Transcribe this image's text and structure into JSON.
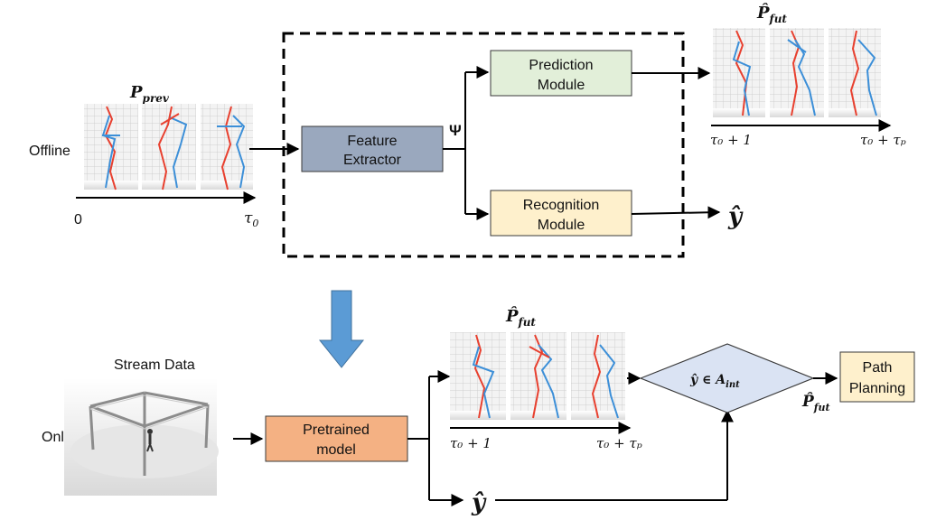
{
  "offline": {
    "row_label": "Offline",
    "input": {
      "label": "P_prev",
      "sym": "P",
      "sub": "prev",
      "axis_start": "0",
      "axis_end": "τ",
      "axis_end_sub": "0"
    },
    "feature_extractor": {
      "line1": "Feature",
      "line2": "Extractor",
      "color": "#9aa8be"
    },
    "psi_label": "Ψ",
    "prediction_module": {
      "line1": "Prediction",
      "line2": "Module",
      "color": "#e2efd9"
    },
    "recognition_module": {
      "line1": "Recognition",
      "line2": "Module",
      "color": "#fef0cc"
    },
    "output_pose": {
      "label": "P̂_fut",
      "sym": "P̂",
      "sub": "fut",
      "axis_start": "τ₀ + 1",
      "axis_end": "τ₀ + τₚ"
    },
    "output_class": "ŷ"
  },
  "online": {
    "row_label": "Online",
    "stream_label": "Stream Data",
    "pretrained_model": {
      "line1": "Pretrained",
      "line2": "model",
      "color": "#f4b183"
    },
    "output_pose": {
      "label": "P̂_fut",
      "sym": "P̂",
      "sub": "fut",
      "axis_start": "τ₀ + 1",
      "axis_end": "τ₀ + τₚ"
    },
    "output_class": "ŷ",
    "decision": {
      "text": "ŷ ∈ A",
      "sub": "int",
      "color": "#dae3f3"
    },
    "decision_output": {
      "label": "P̂_fut",
      "sym": "P̂",
      "sub": "fut"
    },
    "path_planning": {
      "line1": "Path",
      "line2": "Planning",
      "color": "#fef0cc"
    }
  },
  "colors": {
    "arrow_down": "#5b9bd5",
    "skeleton_red": "#e8402f",
    "skeleton_blue": "#3c8fd8",
    "box_border": "#3a3a3a"
  }
}
